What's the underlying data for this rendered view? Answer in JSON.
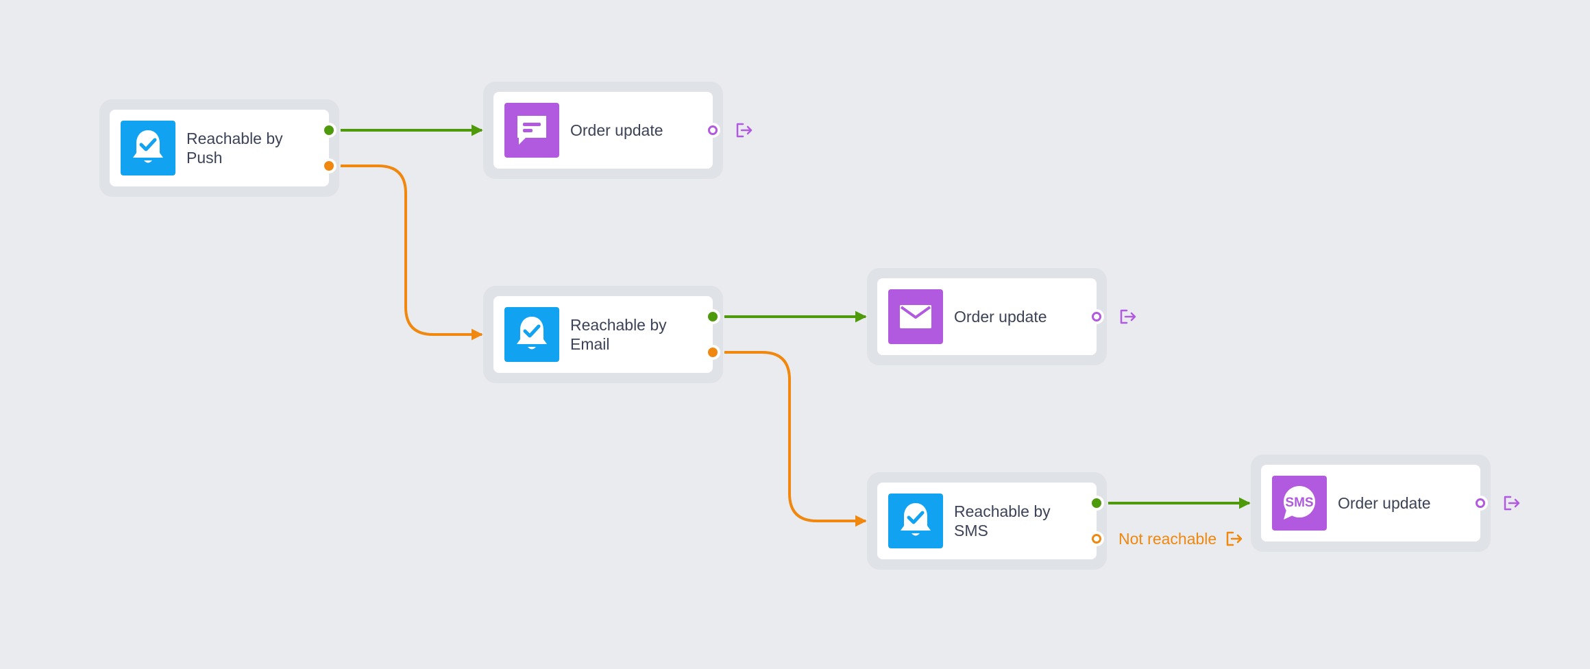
{
  "colors": {
    "background": "#e9ebef",
    "yes_path": "#4e9a0b",
    "no_path": "#f0870e",
    "condition_icon": "#11a3f1",
    "message_icon": "#b15ae0"
  },
  "nodes": {
    "push_check": {
      "label": "Reachable by Push",
      "icon": "bell-check-icon"
    },
    "email_check": {
      "label": "Reachable by Email",
      "icon": "bell-check-icon"
    },
    "sms_check": {
      "label": "Reachable by SMS",
      "icon": "bell-check-icon"
    },
    "push_message": {
      "label": "Order update",
      "icon": "push-message-icon"
    },
    "email_message": {
      "label": "Order update",
      "icon": "envelope-icon"
    },
    "sms_message": {
      "label": "Order update",
      "icon": "sms-bubble-icon"
    }
  },
  "sms_fallback": {
    "label": "Not reachable"
  }
}
